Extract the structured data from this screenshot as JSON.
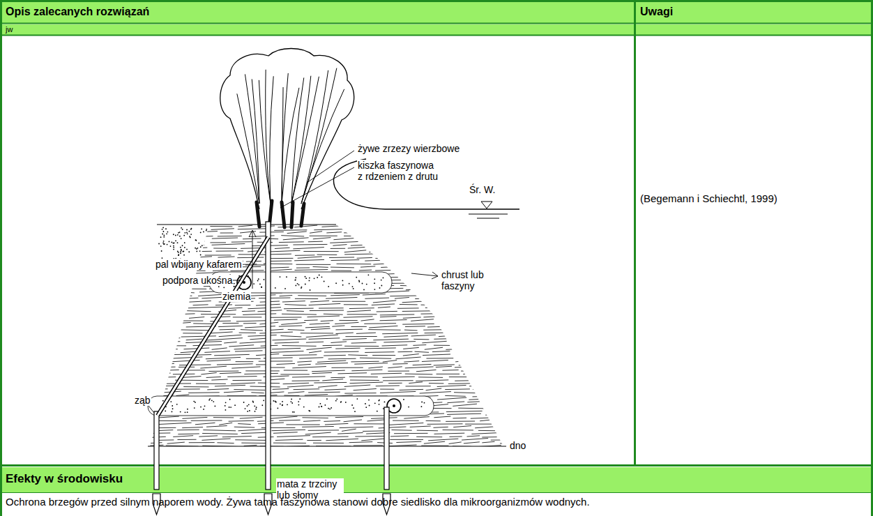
{
  "diagram": {
    "labels": [
      "Opis zalecanych rozwiązań",
      "Uwagi",
      "jw",
      "żywe zrzezy wierzbowe",
      "kiszka faszynowa z rdzeniem z drutu",
      "Śr. W.",
      "pal wbijany kafarem",
      "podpora ukośna",
      "ziemia",
      "chrust lub faszyny",
      "ząb",
      "dno",
      "mata z trzciny lub słomy",
      "(Begemann i Schiechtl, 1999)",
      "Efekty w środowisku",
      "Ochrona brzegów przed silnym naporem wody. Żywa tama faszynowa stanowi dobre siedlisko dla mikroorganizmów wodnych."
    ]
  }
}
